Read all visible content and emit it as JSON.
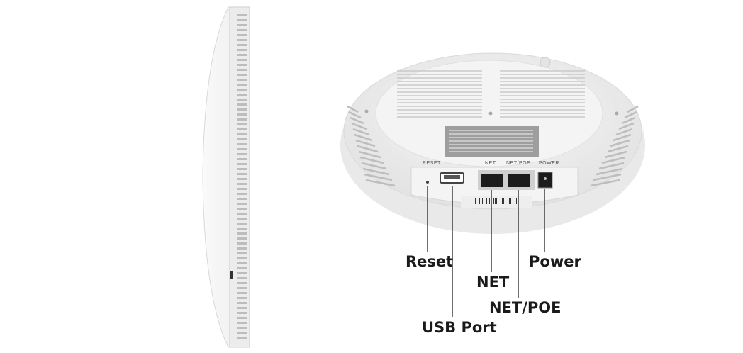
{
  "callouts": {
    "reset": "Reset",
    "usb": "USB Port",
    "net": "NET",
    "net_poe": "NET/POE",
    "power": "Power"
  },
  "device_labels": {
    "reset": "RESET",
    "net": "NET",
    "net_poe": "NET/POE",
    "power": "POWER"
  },
  "colors": {
    "device_body": "#f2f2f2",
    "shadow": "#d4d4d4",
    "text": "#1a1a1a"
  }
}
